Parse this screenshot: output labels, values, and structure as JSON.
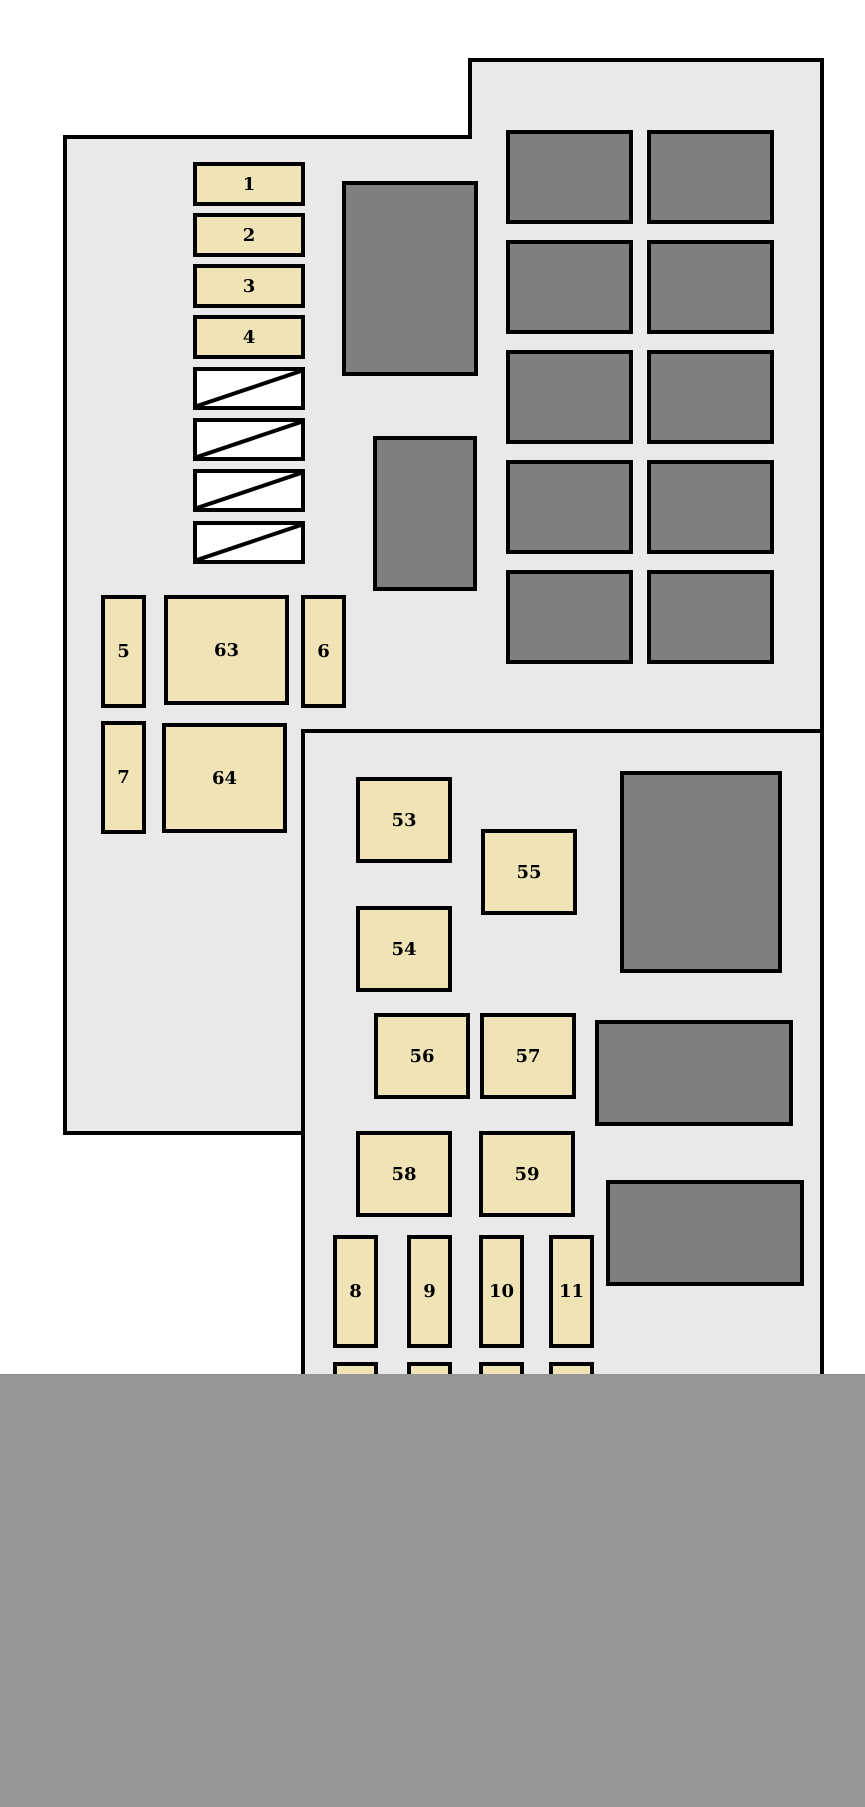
{
  "colors": {
    "panel": "#e9e9e9",
    "fuse": "#f0e4b6",
    "relay": "#7f7f7f",
    "bottom_block": "#959595",
    "outline": "#000000"
  },
  "fuses": {
    "f1": "1",
    "f2": "2",
    "f3": "3",
    "f4": "4",
    "f5": "5",
    "f6": "6",
    "f7": "7",
    "f63": "63",
    "f64": "64",
    "f53": "53",
    "f54": "54",
    "f55": "55",
    "f56": "56",
    "f57": "57",
    "f58": "58",
    "f59": "59",
    "f8": "8",
    "f9": "9",
    "f10": "10",
    "f11": "11"
  }
}
